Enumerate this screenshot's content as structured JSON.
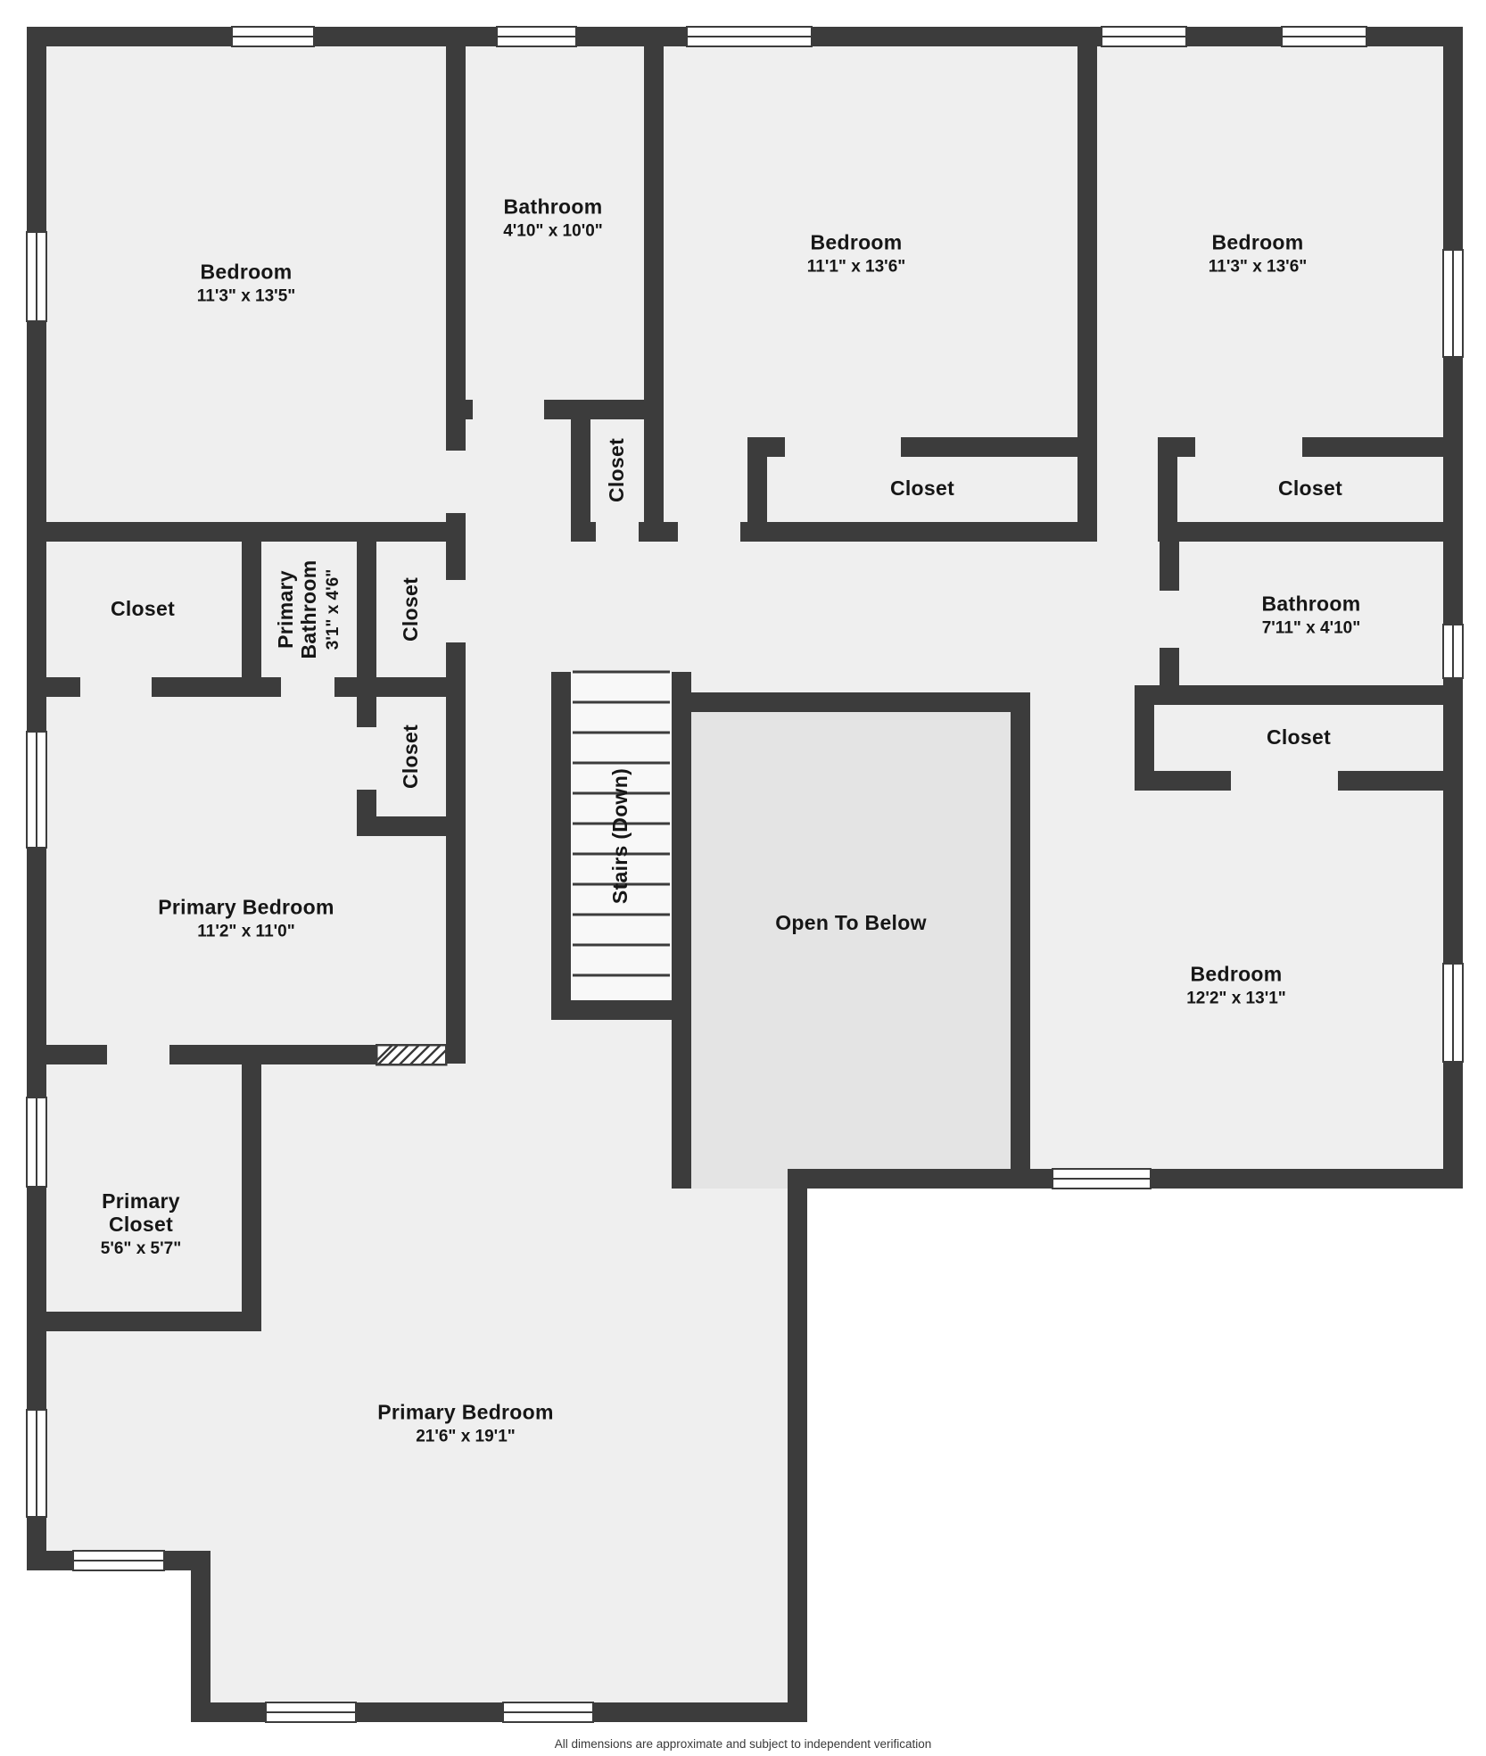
{
  "meta": {
    "disclaimer": "All dimensions are approximate and subject to independent verification"
  },
  "colors": {
    "wall": "#3c3c3c",
    "floor": "#efefef",
    "open_to_below_floor": "#e4e4e4",
    "stairs_floor": "#f8f8f8",
    "background": "#ffffff",
    "text": "#161616"
  },
  "rooms": [
    {
      "id": "bedroom-top-left",
      "name": "Bedroom",
      "dims": "11'3\" x 13'5\""
    },
    {
      "id": "bathroom-top",
      "name": "Bathroom",
      "dims": "4'10\" x 10'0\""
    },
    {
      "id": "bedroom-top-middle",
      "name": "Bedroom",
      "dims": "11'1\" x 13'6\""
    },
    {
      "id": "bedroom-top-right",
      "name": "Bedroom",
      "dims": "11'3\" x 13'6\""
    },
    {
      "id": "closet-hall",
      "name": "Closet"
    },
    {
      "id": "closet-bedroom-middle",
      "name": "Closet"
    },
    {
      "id": "closet-bedroom-right",
      "name": "Closet"
    },
    {
      "id": "closet-left",
      "name": "Closet"
    },
    {
      "id": "primary-bathroom",
      "name": "Primary Bathroom",
      "dims": "3'1\" x 4'6\""
    },
    {
      "id": "closet-column-upper",
      "name": "Closet"
    },
    {
      "id": "closet-column-lower",
      "name": "Closet"
    },
    {
      "id": "bathroom-right",
      "name": "Bathroom",
      "dims": "7'11\" x 4'10\""
    },
    {
      "id": "closet-right",
      "name": "Closet"
    },
    {
      "id": "primary-bedroom-upper",
      "name": "Primary Bedroom",
      "dims": "11'2\" x 11'0\""
    },
    {
      "id": "stairs",
      "name": "Stairs (Down)"
    },
    {
      "id": "open-to-below",
      "name": "Open To Below"
    },
    {
      "id": "bedroom-right",
      "name": "Bedroom",
      "dims": "12'2\" x 13'1\""
    },
    {
      "id": "primary-closet",
      "name": "Primary Closet",
      "dims": "5'6\" x 5'7\""
    },
    {
      "id": "primary-bedroom-main",
      "name": "Primary Bedroom",
      "dims": "21'6\" x 19'1\""
    }
  ]
}
